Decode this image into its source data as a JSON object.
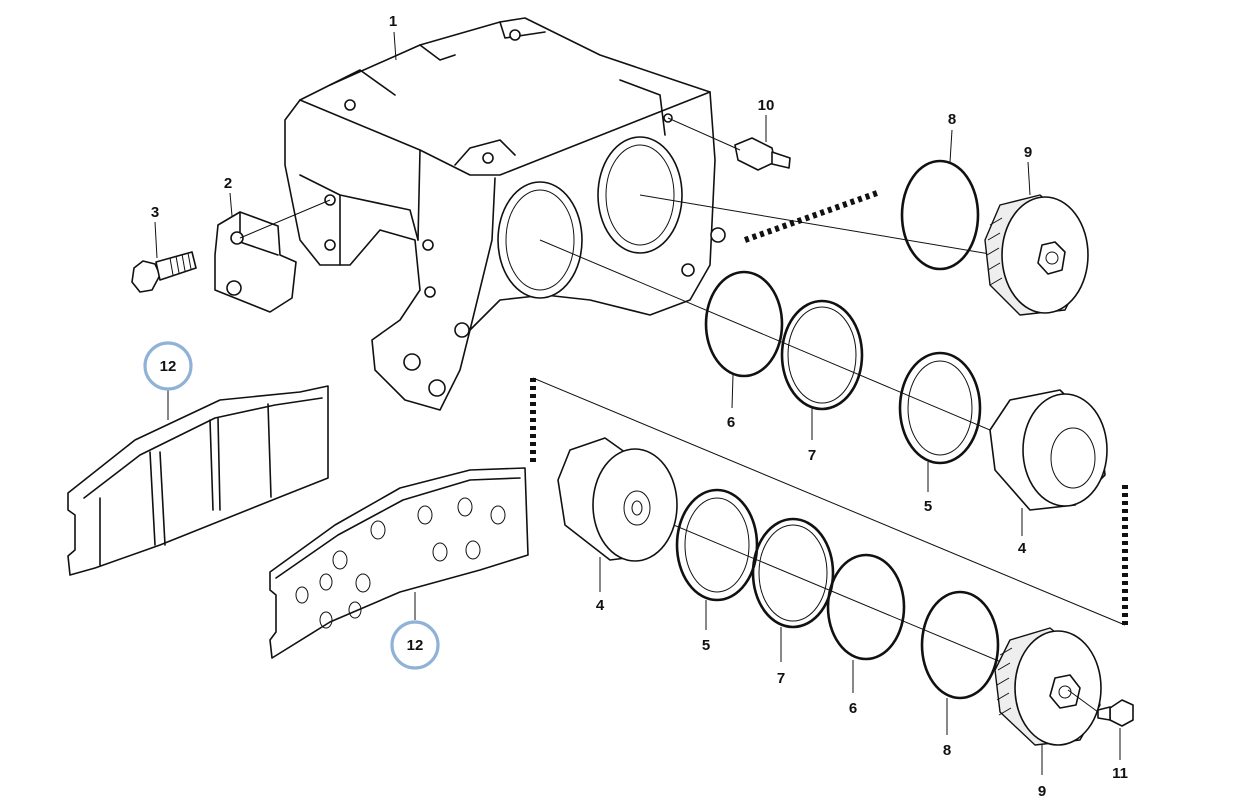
{
  "diagram": {
    "callouts": {
      "caliper": "1",
      "bracket": "2",
      "bolt": "3",
      "piston_bottom": "4",
      "piston_right": "4",
      "ring5_bottom": "5",
      "ring5_top": "5",
      "oring6_top": "6",
      "oring6_bottom": "6",
      "ring7_top": "7",
      "ring7_bottom": "7",
      "oring8_top": "8",
      "oring8_bottom": "8",
      "cover_top": "9",
      "cover_bottom": "9",
      "bleeder": "10",
      "plug": "11",
      "pad_left": "12",
      "pad_right": "12"
    },
    "highlight_color": "#8fb2d6"
  }
}
